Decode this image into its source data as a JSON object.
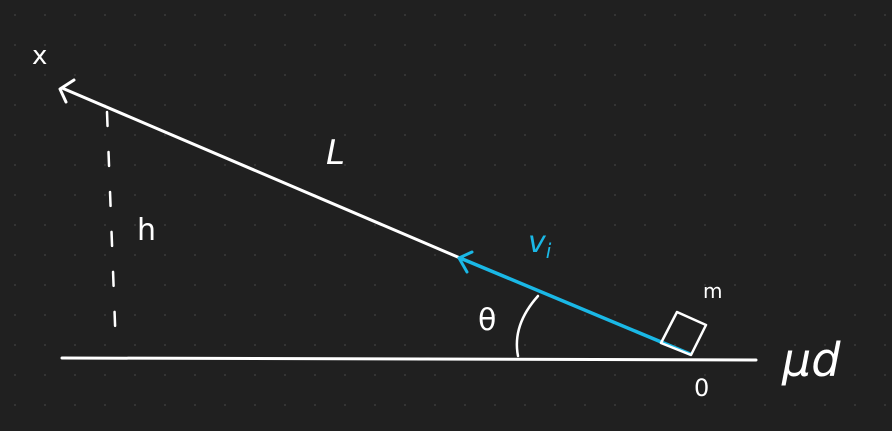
{
  "colors": {
    "background": "#202020",
    "grid_dot": "#3a3a3a",
    "ink": "#ffffff",
    "velocity": "#1ab8e6"
  },
  "labels": {
    "axis": "x",
    "length": "L",
    "height": "h",
    "angle": "θ",
    "velocity_main": "v",
    "velocity_sub": "i",
    "mass": "m",
    "origin": "0",
    "friction": "μd"
  }
}
